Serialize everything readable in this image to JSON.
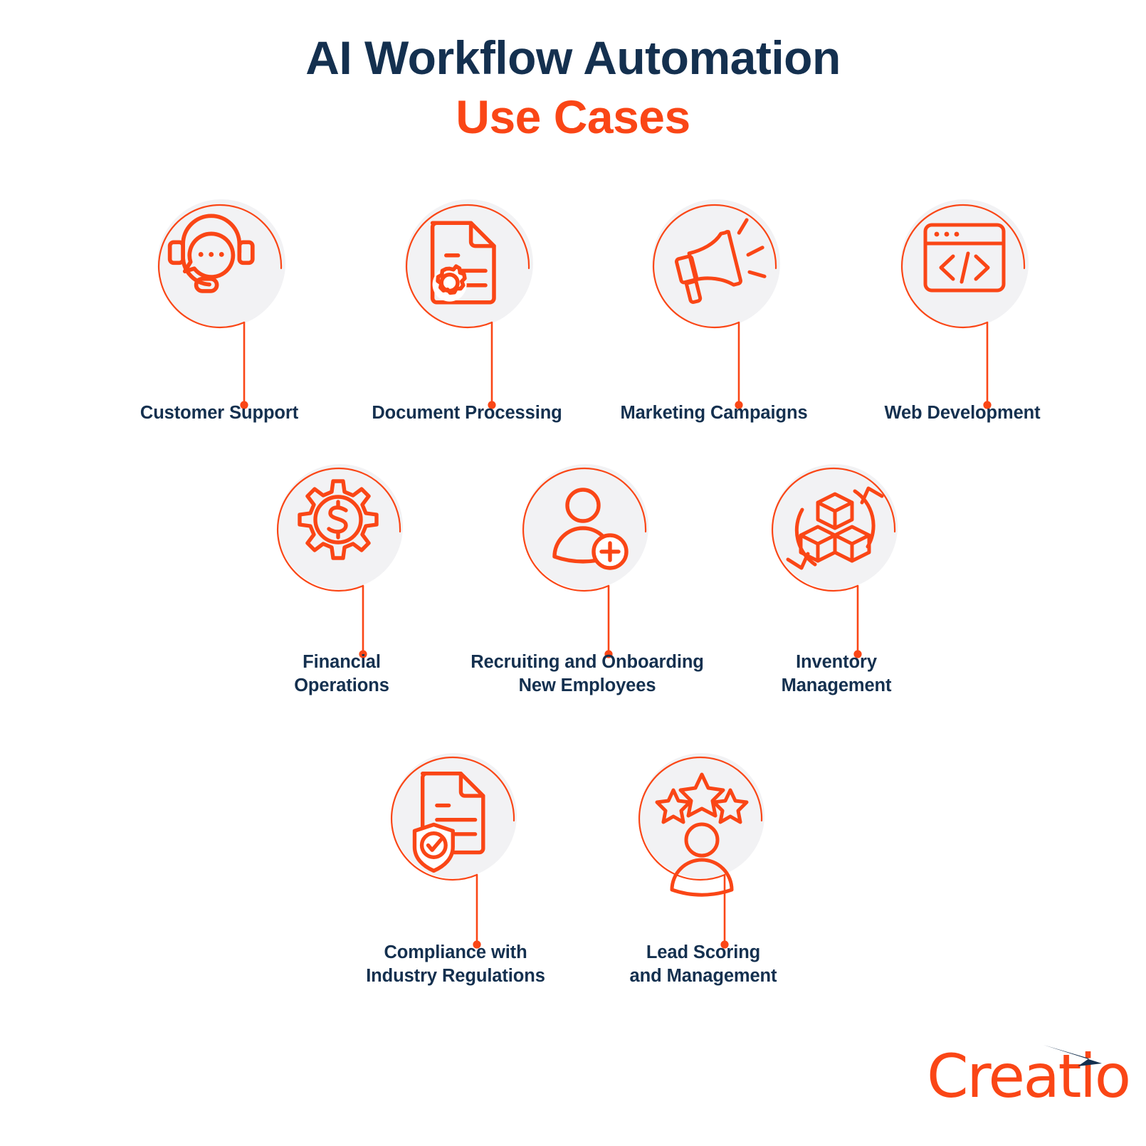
{
  "title": {
    "line1": "AI Workflow Automation",
    "line2": "Use Cases"
  },
  "colors": {
    "orange": "#fa4616",
    "navy": "#14304f",
    "circle_fill": "#f2f2f4",
    "background": "#ffffff"
  },
  "nodes": [
    {
      "id": "customer-support",
      "label": "Customer Support",
      "icon": "headset-chat-icon",
      "row": 1
    },
    {
      "id": "document-processing",
      "label": "Document Processing",
      "icon": "document-gear-icon",
      "row": 1
    },
    {
      "id": "marketing-campaigns",
      "label": "Marketing Campaigns",
      "icon": "megaphone-icon",
      "row": 1
    },
    {
      "id": "web-development",
      "label": "Web Development",
      "icon": "browser-code-icon",
      "row": 1
    },
    {
      "id": "financial-operations",
      "label": "Financial\nOperations",
      "icon": "gear-dollar-icon",
      "row": 2
    },
    {
      "id": "recruiting-onboarding",
      "label": "Recruiting and Onboarding\nNew Employees",
      "icon": "user-plus-icon",
      "row": 2
    },
    {
      "id": "inventory-management",
      "label": "Inventory\nManagement",
      "icon": "boxes-refresh-icon",
      "row": 2
    },
    {
      "id": "compliance-regulations",
      "label": "Compliance with\nIndustry Regulations",
      "icon": "document-shield-check-icon",
      "row": 3
    },
    {
      "id": "lead-scoring",
      "label": "Lead Scoring\nand Management",
      "icon": "user-stars-icon",
      "row": 3
    }
  ],
  "logo": {
    "text": "Creatio",
    "mark": "arrow-swoosh-icon"
  }
}
